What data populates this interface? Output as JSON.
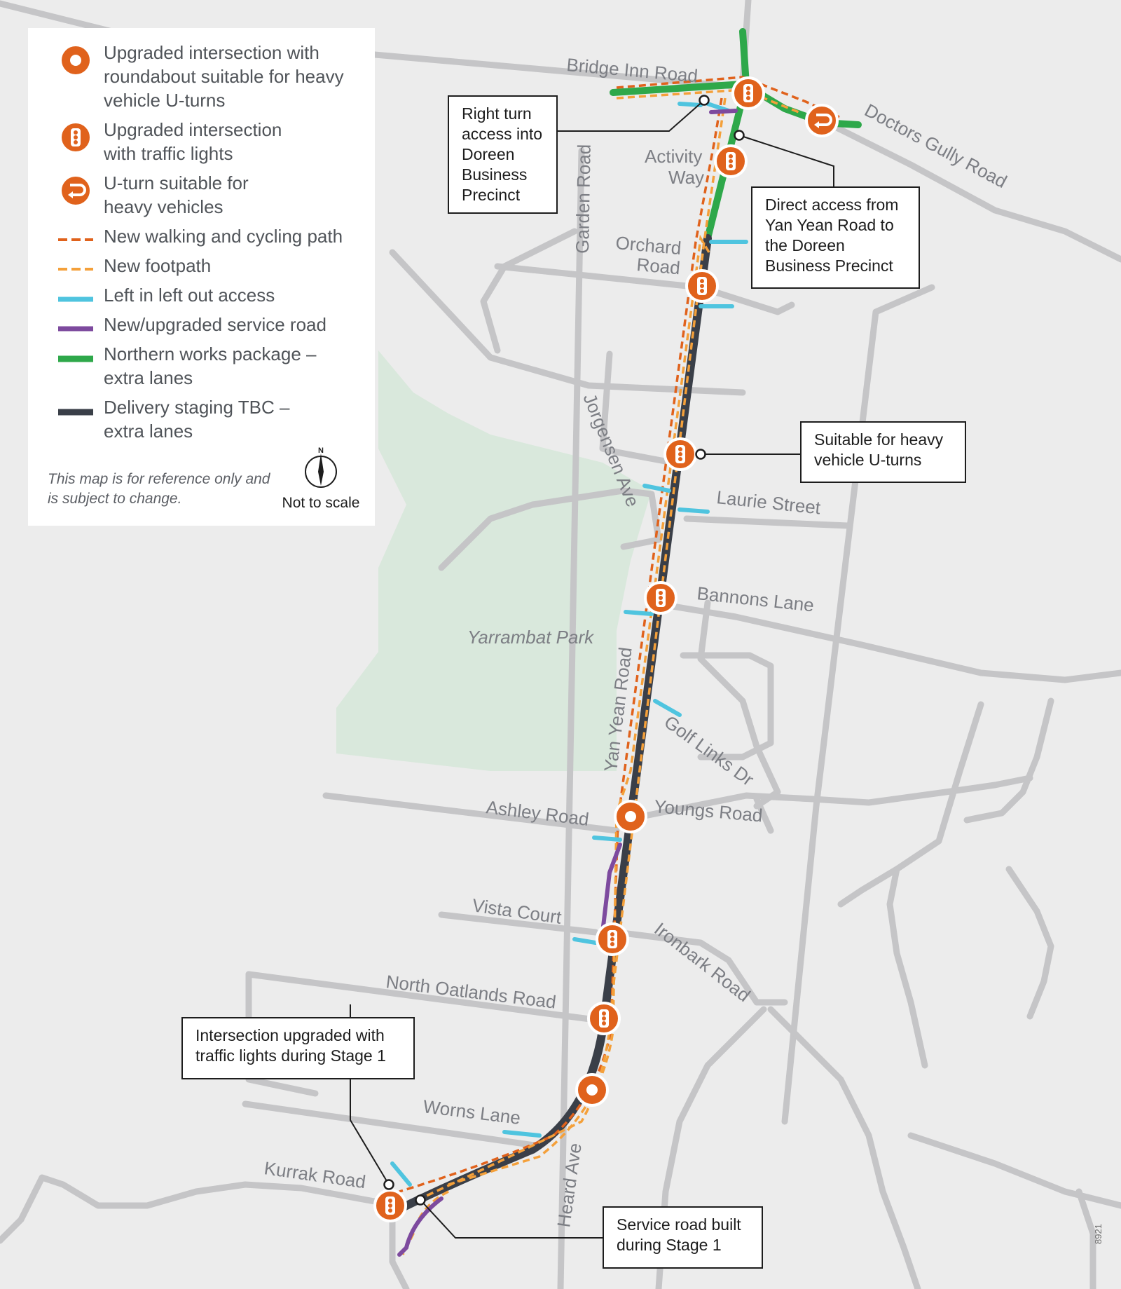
{
  "legend": {
    "items": [
      {
        "symbol": "roundabout-icon",
        "label": "Upgraded intersection with roundabout suitable for heavy vehicle U-turns"
      },
      {
        "symbol": "traffic-lights-icon",
        "label": "Upgraded intersection with traffic lights"
      },
      {
        "symbol": "u-turn-icon",
        "label": "U-turn suitable for heavy vehicles"
      },
      {
        "symbol": "dashed-dark-orange-line",
        "label": "New walking and cycling path"
      },
      {
        "symbol": "dashed-light-orange-line",
        "label": "New footpath"
      },
      {
        "symbol": "cyan-line",
        "label": "Left in left out access"
      },
      {
        "symbol": "purple-line",
        "label": "New/upgraded service road"
      },
      {
        "symbol": "green-line",
        "label": "Northern works package – extra lanes"
      },
      {
        "symbol": "dark-line",
        "label": "Delivery staging TBC – extra lanes"
      }
    ],
    "note": "This map is for reference only and is subject to change.",
    "compass_letter": "N",
    "scale_note": "Not to scale"
  },
  "streets": {
    "bridge_inn": "Bridge Inn Road",
    "doctors_gully": "Doctors Gully Road",
    "activity_way_1": "Activity",
    "activity_way_2": "Way",
    "garden": "Garden Road",
    "orchard_1": "Orchard",
    "orchard_2": "Road",
    "jorgensen": "Jorgensen Ave",
    "laurie": "Laurie Street",
    "bannons": "Bannons Lane",
    "yan_yean": "Yan Yean Road",
    "golf_links": "Golf Links Dr",
    "ashley": "Ashley Road",
    "youngs": "Youngs Road",
    "vista": "Vista Court",
    "ironbark": "Ironbark Road",
    "north_oatlands": "North Oatlands Road",
    "worns": "Worns Lane",
    "kurrak": "Kurrak Road",
    "heard": "Heard Ave"
  },
  "park": "Yarrambat Park",
  "callouts": {
    "right_turn": "Right turn access into Doreen Business Precinct",
    "direct_access": "Direct access from Yan Yean Road to the Doreen Business Precinct",
    "heavy_u_turns": "Suitable for heavy vehicle U-turns",
    "intersection_stage1": "Intersection upgraded with traffic lights during Stage 1",
    "service_road_stage1": "Service road built during Stage 1"
  },
  "code": "8921",
  "colors": {
    "orange": "#e0621c",
    "light_orange": "#f4a03a",
    "cyan": "#4fc4df",
    "purple": "#7d4a9e",
    "green": "#2ea84a",
    "dark": "#3a3f48",
    "park": "#d9e8dc",
    "road": "#c5c5c7"
  }
}
